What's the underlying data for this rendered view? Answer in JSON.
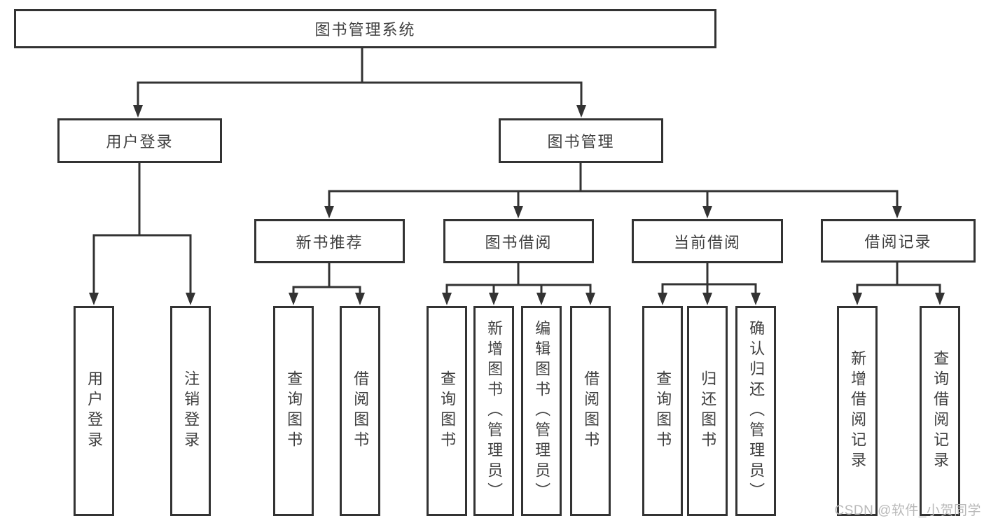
{
  "title": "图书管理系统",
  "colors": {
    "line": "#333333",
    "box_border": "#333333",
    "text": "#404040",
    "watermark": "#b9b9b9",
    "background": "#ffffff"
  },
  "watermark": "CSDN @软件_小贺同学",
  "nodes": {
    "root": "图书管理系统",
    "user_login": "用户登录",
    "book_mgmt": "图书管理",
    "new_books": "新书推荐",
    "book_borrow": "图书借阅",
    "current_borrow": "当前借阅",
    "borrow_records": "借阅记录",
    "leaf_login": "用户登录",
    "leaf_logout": "注销登录",
    "leaf_nb_query": "查询图书",
    "leaf_nb_borrow": "借阅图书",
    "leaf_bb_query": "查询图书",
    "leaf_bb_add": "新增图书（管理员）",
    "leaf_bb_edit": "编辑图书（管理员）",
    "leaf_bb_borrow": "借阅图书",
    "leaf_cb_query": "查询图书",
    "leaf_cb_return": "归还图书",
    "leaf_cb_confirm": "确认归还（管理员）",
    "leaf_rec_add": "新增借阅记录",
    "leaf_rec_query": "查询借阅记录"
  }
}
